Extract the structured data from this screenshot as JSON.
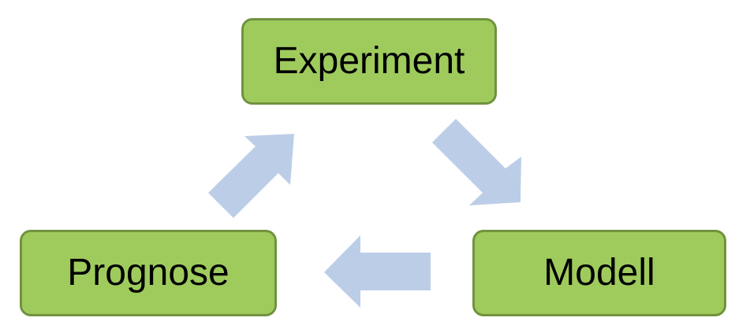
{
  "diagram": {
    "nodes": {
      "experiment": {
        "label": "Experiment"
      },
      "modell": {
        "label": "Modell"
      },
      "prognose": {
        "label": "Prognose"
      }
    },
    "edges": [
      {
        "from": "Experiment",
        "to": "Modell"
      },
      {
        "from": "Modell",
        "to": "Prognose"
      },
      {
        "from": "Prognose",
        "to": "Experiment"
      }
    ],
    "colors": {
      "box_fill": "#9fcb5d",
      "box_border": "#71923e",
      "arrow_fill": "#bccee7",
      "text": "#000000"
    }
  }
}
